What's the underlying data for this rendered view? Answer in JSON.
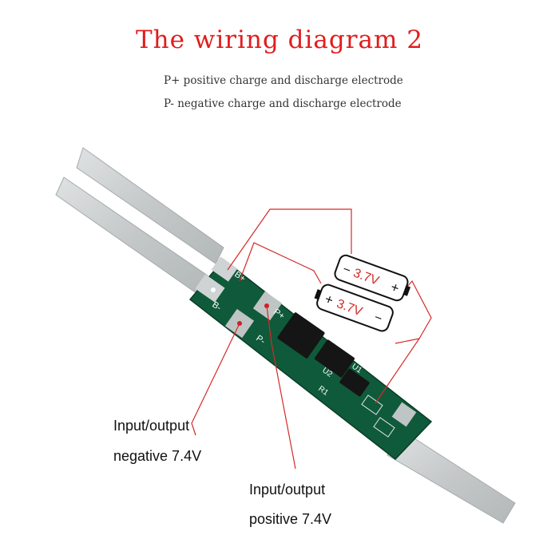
{
  "title": "The wiring diagram 2",
  "legend": {
    "p_plus": "P+ positive charge and discharge electrode",
    "p_minus": "P- negative charge and discharge electrode"
  },
  "batteries": [
    {
      "voltage": "3.7V",
      "left_sign": "−",
      "right_sign": "+"
    },
    {
      "voltage": "3.7V",
      "left_sign": "+",
      "right_sign": "−"
    }
  ],
  "board_silkscreen": {
    "b_plus": "B+",
    "b_minus": "B-",
    "p_minus": "P-",
    "p_plus": "P+",
    "u1": "U1",
    "u2": "U2",
    "r1": "R1"
  },
  "labels": {
    "negative_line1": "Input/output",
    "negative_line2": "negative 7.4V",
    "positive_line1": "Input/output",
    "positive_line2": "positive 7.4V"
  },
  "colors": {
    "title": "#e01d1d",
    "wire": "#d42a2a",
    "board": "#0f5a3a",
    "nickel": "#c6cacb"
  }
}
